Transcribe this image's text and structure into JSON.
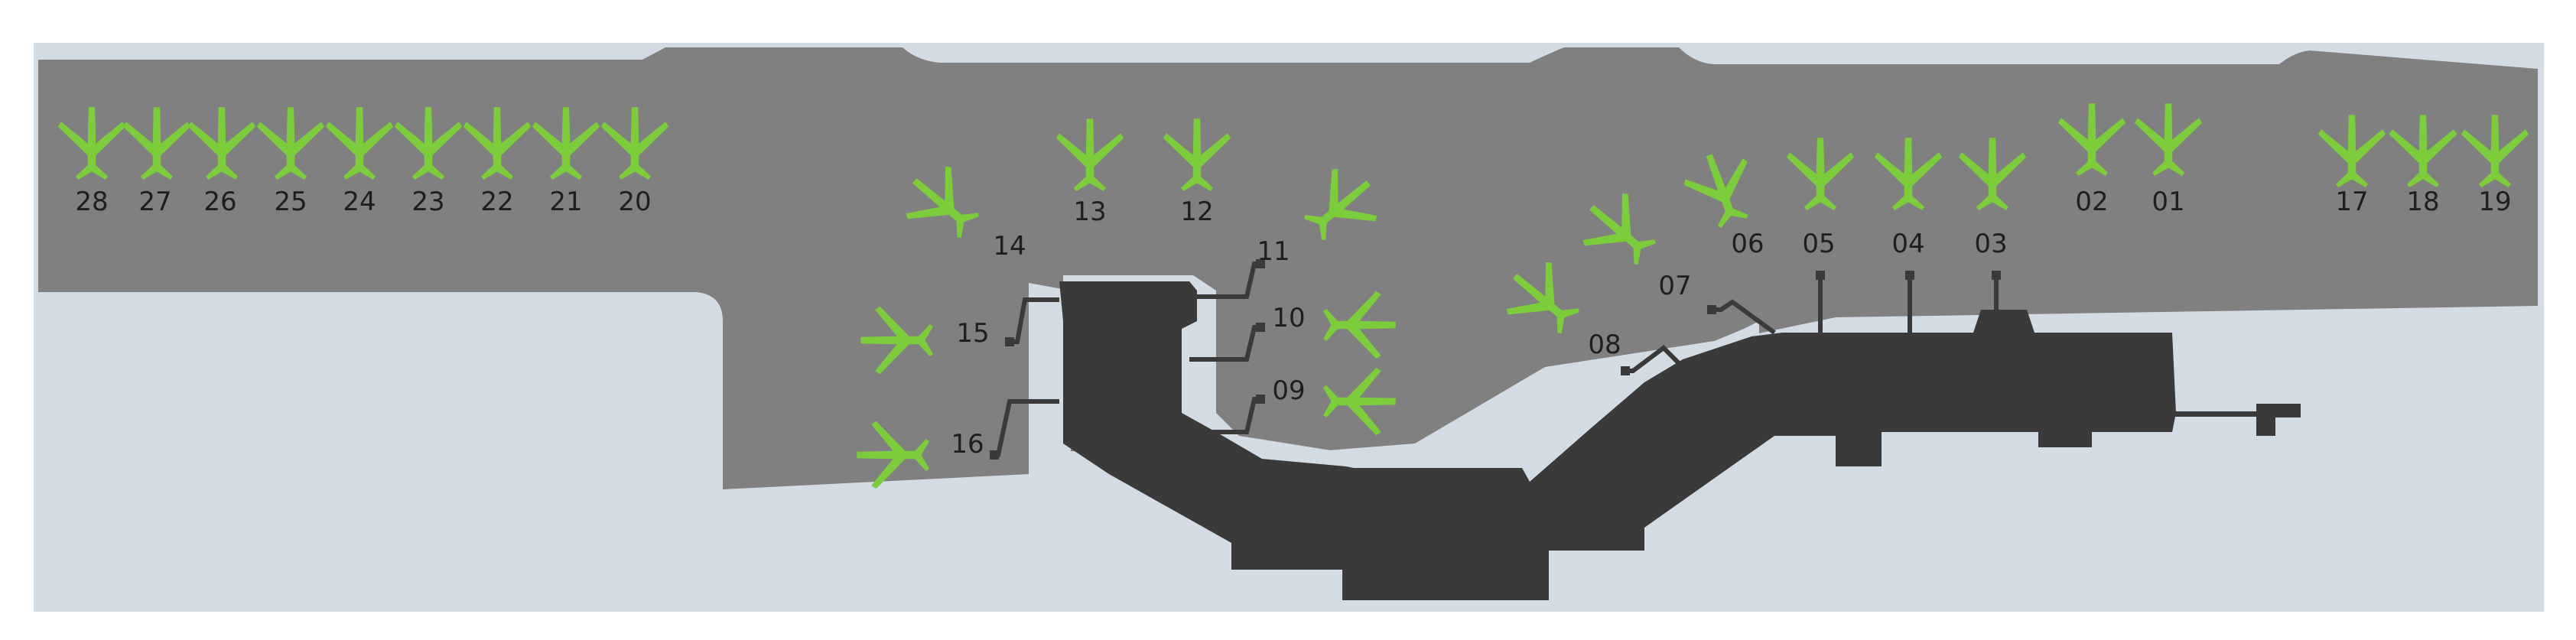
{
  "colors": {
    "background": "#ffffff",
    "ground": "#d3dbe5",
    "apron": "#808080",
    "terminal": "#3a3a3a",
    "stand_aircraft": "#7ccc3c",
    "label_text": "#1e1e1e"
  },
  "icons": {
    "aircraft_stand": "airplane-icon"
  },
  "stands": [
    {
      "id": "28",
      "label": "28"
    },
    {
      "id": "27",
      "label": "27"
    },
    {
      "id": "26",
      "label": "26"
    },
    {
      "id": "25",
      "label": "25"
    },
    {
      "id": "24",
      "label": "24"
    },
    {
      "id": "23",
      "label": "23"
    },
    {
      "id": "22",
      "label": "22"
    },
    {
      "id": "21",
      "label": "21"
    },
    {
      "id": "20",
      "label": "20"
    },
    {
      "id": "14",
      "label": "14"
    },
    {
      "id": "13",
      "label": "13"
    },
    {
      "id": "12",
      "label": "12"
    },
    {
      "id": "11",
      "label": "11"
    },
    {
      "id": "15",
      "label": "15"
    },
    {
      "id": "10",
      "label": "10"
    },
    {
      "id": "09",
      "label": "09"
    },
    {
      "id": "16",
      "label": "16"
    },
    {
      "id": "08",
      "label": "08"
    },
    {
      "id": "07",
      "label": "07"
    },
    {
      "id": "06",
      "label": "06"
    },
    {
      "id": "05",
      "label": "05"
    },
    {
      "id": "04",
      "label": "04"
    },
    {
      "id": "03",
      "label": "03"
    },
    {
      "id": "02",
      "label": "02"
    },
    {
      "id": "01",
      "label": "01"
    },
    {
      "id": "17",
      "label": "17"
    },
    {
      "id": "18",
      "label": "18"
    },
    {
      "id": "19",
      "label": "19"
    }
  ]
}
